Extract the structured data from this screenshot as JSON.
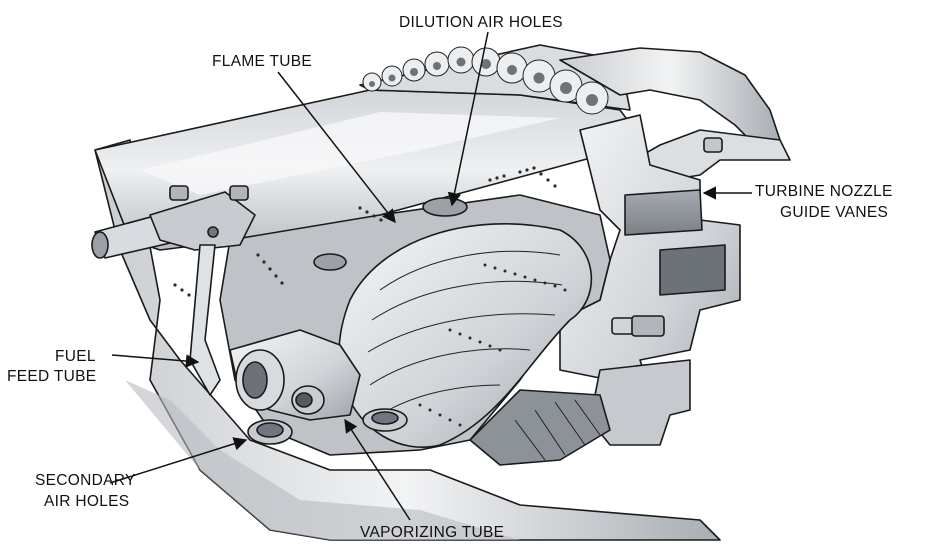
{
  "labels": {
    "dilution_air_holes": "DILUTION AIR HOLES",
    "flame_tube": "FLAME TUBE",
    "turbine_nozzle_line1": "TURBINE NOZZLE",
    "turbine_nozzle_line2": "GUIDE VANES",
    "fuel_feed_line1": "FUEL",
    "fuel_feed_line2": "FEED TUBE",
    "secondary_air_line1": "SECONDARY",
    "secondary_air_line2": "AIR HOLES",
    "vaporizing_tube": "VAPORIZING TUBE"
  },
  "colors": {
    "ink": "#1a1a1a",
    "metal_light": "#e6e8ea",
    "metal_mid": "#c4c8cc",
    "metal_dark": "#8e9399"
  }
}
